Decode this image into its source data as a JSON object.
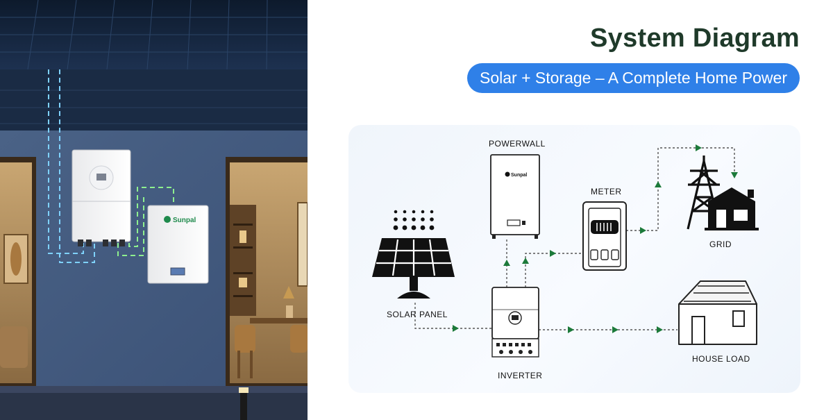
{
  "header": {
    "title": "System Diagram",
    "subtitle": "Solar + Storage – A Complete Home Power"
  },
  "photo": {
    "brand": "Sunpal"
  },
  "diagram": {
    "labels": {
      "powerwall": "POWERWALL",
      "meter": "METER",
      "grid": "GRID",
      "solar_panel": "SOLAR PANEL",
      "house_load": "HOUSE LOAD",
      "inverter": "INVERTER"
    },
    "powerwall_brand": "Sunpal",
    "colors": {
      "flow_arrow": "#1c7a3a",
      "dashed_line": "#555555",
      "icon": "#111111",
      "blue_cable": "#7fd2ff",
      "green_cable": "#8ef08e"
    }
  }
}
